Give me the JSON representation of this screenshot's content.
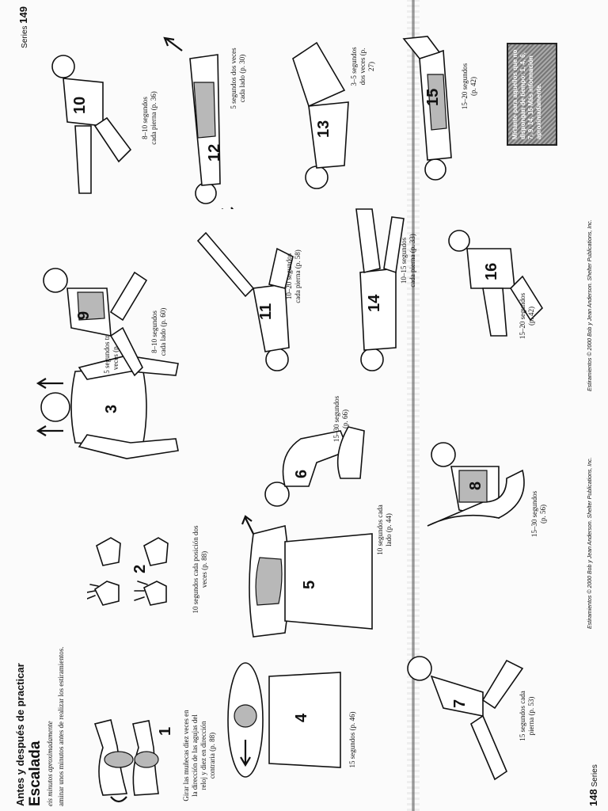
{
  "header": {
    "title": "Antes y después de practicar",
    "activity": "Escalada",
    "duration": "eis minutos aproximadamente",
    "note": "aminar unos minutos antes de realizar los estiramientos."
  },
  "left_page": {
    "number": "148",
    "label": "Series"
  },
  "right_page": {
    "number": "149",
    "label": "Series"
  },
  "copyright": "Estiramientos © 2000 Bob y Jean Anderson. Shelter Publications, Inc.",
  "tip": "Mírtante para aquellos que no dispongan de tiempo: 1, 4, 6, 7, 9, 14, 15 Más información aproximadamente.",
  "exercises": [
    {
      "n": "1",
      "caption": "Girar las muñecas diez veces en la dirección de las agujas del reloj y diez en dirección contraria (p. 88)"
    },
    {
      "n": "2",
      "caption": "10 segundos cada posición dos veces (p. 88)"
    },
    {
      "n": "3",
      "caption": "5 segundos tres veces (p. 46)"
    },
    {
      "n": "4",
      "caption": "15 segundos (p. 46)"
    },
    {
      "n": "5",
      "caption": "10 segundos cada lado (p. 44)"
    },
    {
      "n": "6",
      "caption": "15–30 segundos (p. 66)"
    },
    {
      "n": "7",
      "caption": "15 segundos cada pierna (p. 53)"
    },
    {
      "n": "8",
      "caption": "15–30 segundos (p. 56)"
    },
    {
      "n": "9",
      "caption": "8–10 segundos cada lado (p. 60)"
    },
    {
      "n": "10",
      "caption": "8–10 segundos cada pierna (p. 36)"
    },
    {
      "n": "11",
      "caption": "10–20 segundos cada pierna (p. 58)"
    },
    {
      "n": "12",
      "caption": "5 segundos dos veces cada lado (p. 30)"
    },
    {
      "n": "13",
      "caption": "3–5 segundos dos veces (p. 27)"
    },
    {
      "n": "14",
      "caption": "10–15 segundos cada pierna (p. 33)"
    },
    {
      "n": "15",
      "caption": "15–20 segundos (p. 42)"
    },
    {
      "n": "16",
      "caption": "15–20 segundos (p. 42)"
    }
  ]
}
